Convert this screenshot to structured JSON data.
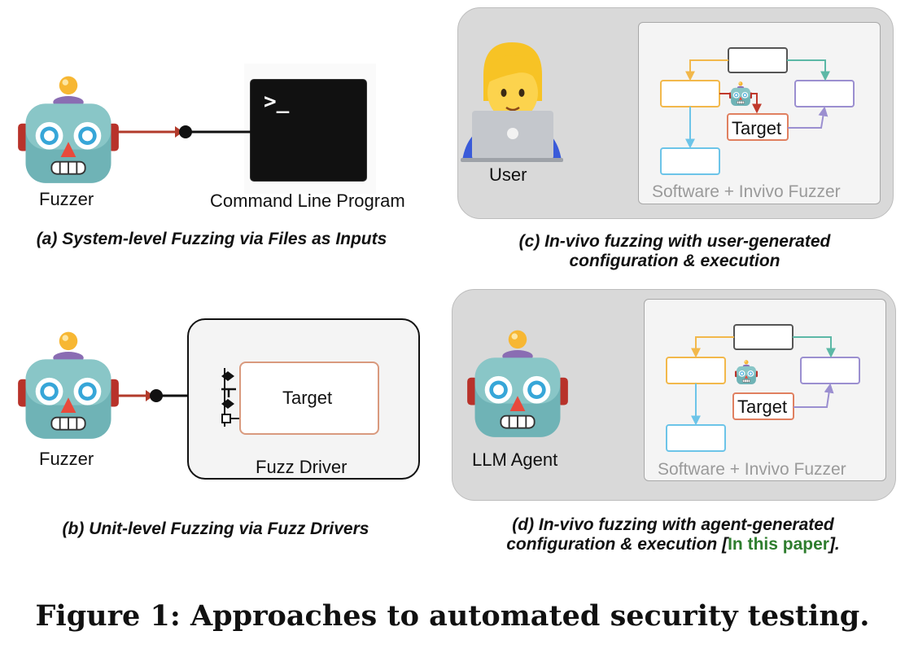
{
  "panel_a": {
    "fuzzer_label": "Fuzzer",
    "program_label": "Command Line Program",
    "terminal_prompt": ">_",
    "caption": "(a) System-level Fuzzing via Files as Inputs"
  },
  "panel_b": {
    "fuzzer_label": "Fuzzer",
    "target_label": "Target",
    "driver_label": "Fuzz Driver",
    "caption": "(b) Unit-level Fuzzing via Fuzz Drivers"
  },
  "panel_c": {
    "actor_label": "User",
    "target_label": "Target",
    "software_label": "Software + Invivo Fuzzer",
    "caption_line1": "(c) In-vivo fuzzing with user-generated",
    "caption_line2": "configuration & execution"
  },
  "panel_d": {
    "actor_label": "LLM Agent",
    "target_label": "Target",
    "software_label": "Software + Invivo Fuzzer",
    "caption_line1": "(d) In-vivo fuzzing with agent-generated",
    "caption_line2_prefix": "configuration & execution [",
    "caption_highlight": "In this paper",
    "caption_line2_suffix": "]."
  },
  "figure_caption": "Figure 1: Approaches to automated security testing.",
  "colors": {
    "panel_bg": "#d9d9d9",
    "orange": "#f2b84b",
    "teal": "#5cb8a6",
    "purple": "#9b8fd0",
    "blue": "#6cc4e8",
    "target_border": "#e08060",
    "dark_box": "#555555",
    "wire": "#b23a2a",
    "highlight_green": "#2e7d2e"
  }
}
